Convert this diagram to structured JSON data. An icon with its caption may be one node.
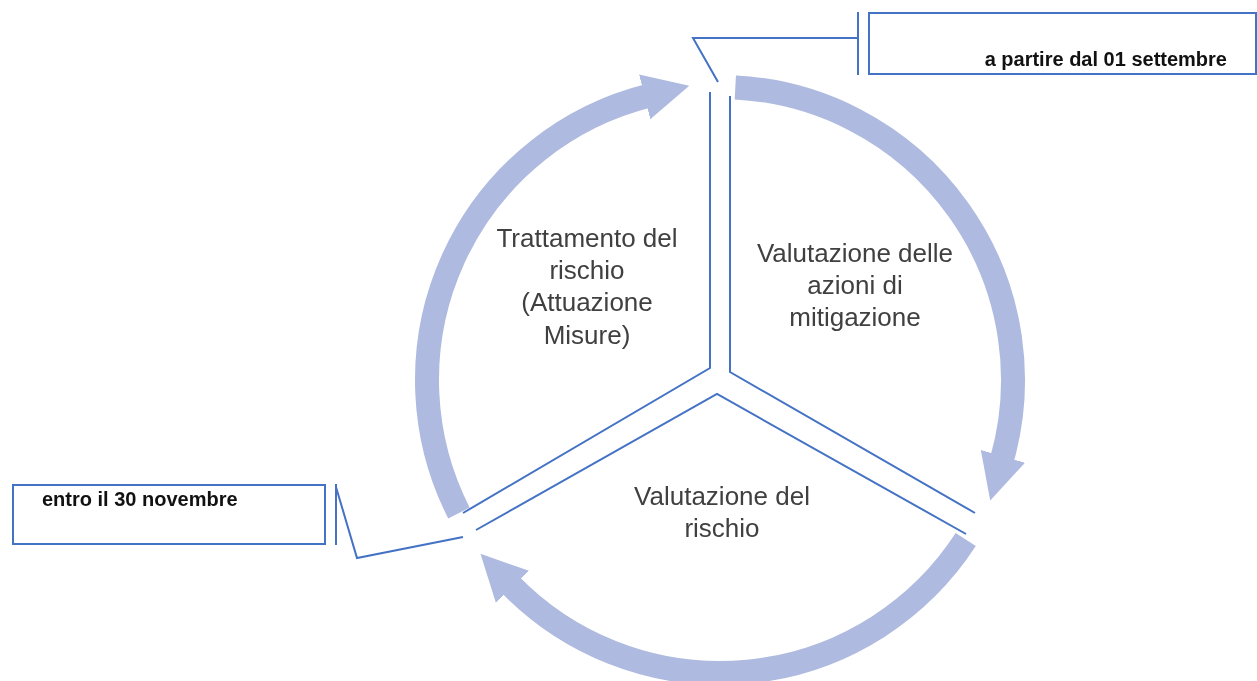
{
  "diagram": {
    "nodes": [
      {
        "text": [
          "Trattamento del rischio (Attuazione Misure)"
        ]
      },
      {
        "text": [
          "Valutazione delle azioni di mitigazione"
        ]
      },
      {
        "text": [
          "Valutazione del rischio"
        ]
      },
      {
        "text": [
          "a partire dal 01 settembre"
        ]
      },
      {
        "text": [
          "entro il 30 novembre"
        ]
      }
    ],
    "edges": [
      {
        "from": 3,
        "to": null,
        "arrow": "none"
      },
      {
        "from": 4,
        "to": null,
        "arrow": "none"
      }
    ]
  }
}
